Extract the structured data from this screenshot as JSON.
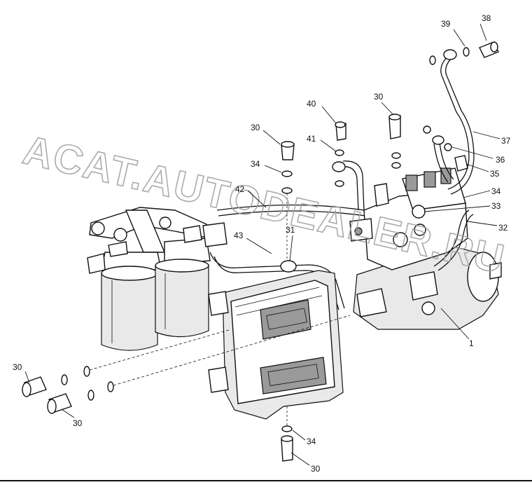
{
  "watermark": "ACAT.AUTODEALER.RU",
  "callouts": [
    {
      "id": "c38a",
      "label": "38"
    },
    {
      "id": "c39",
      "label": "39"
    },
    {
      "id": "c30a",
      "label": "30"
    },
    {
      "id": "c40",
      "label": "40"
    },
    {
      "id": "c30b",
      "label": "30"
    },
    {
      "id": "c41",
      "label": "41"
    },
    {
      "id": "c37",
      "label": "37"
    },
    {
      "id": "c36",
      "label": "36"
    },
    {
      "id": "c34a",
      "label": "34"
    },
    {
      "id": "c35",
      "label": "35"
    },
    {
      "id": "c34b",
      "label": "34"
    },
    {
      "id": "c42",
      "label": "42"
    },
    {
      "id": "c33",
      "label": "33"
    },
    {
      "id": "c31",
      "label": "31"
    },
    {
      "id": "c43",
      "label": "43"
    },
    {
      "id": "c32",
      "label": "32"
    },
    {
      "id": "c1",
      "label": "1"
    },
    {
      "id": "c30c",
      "label": "30"
    },
    {
      "id": "c30d",
      "label": "30"
    },
    {
      "id": "c34c",
      "label": "34"
    },
    {
      "id": "c30e",
      "label": "30"
    }
  ]
}
